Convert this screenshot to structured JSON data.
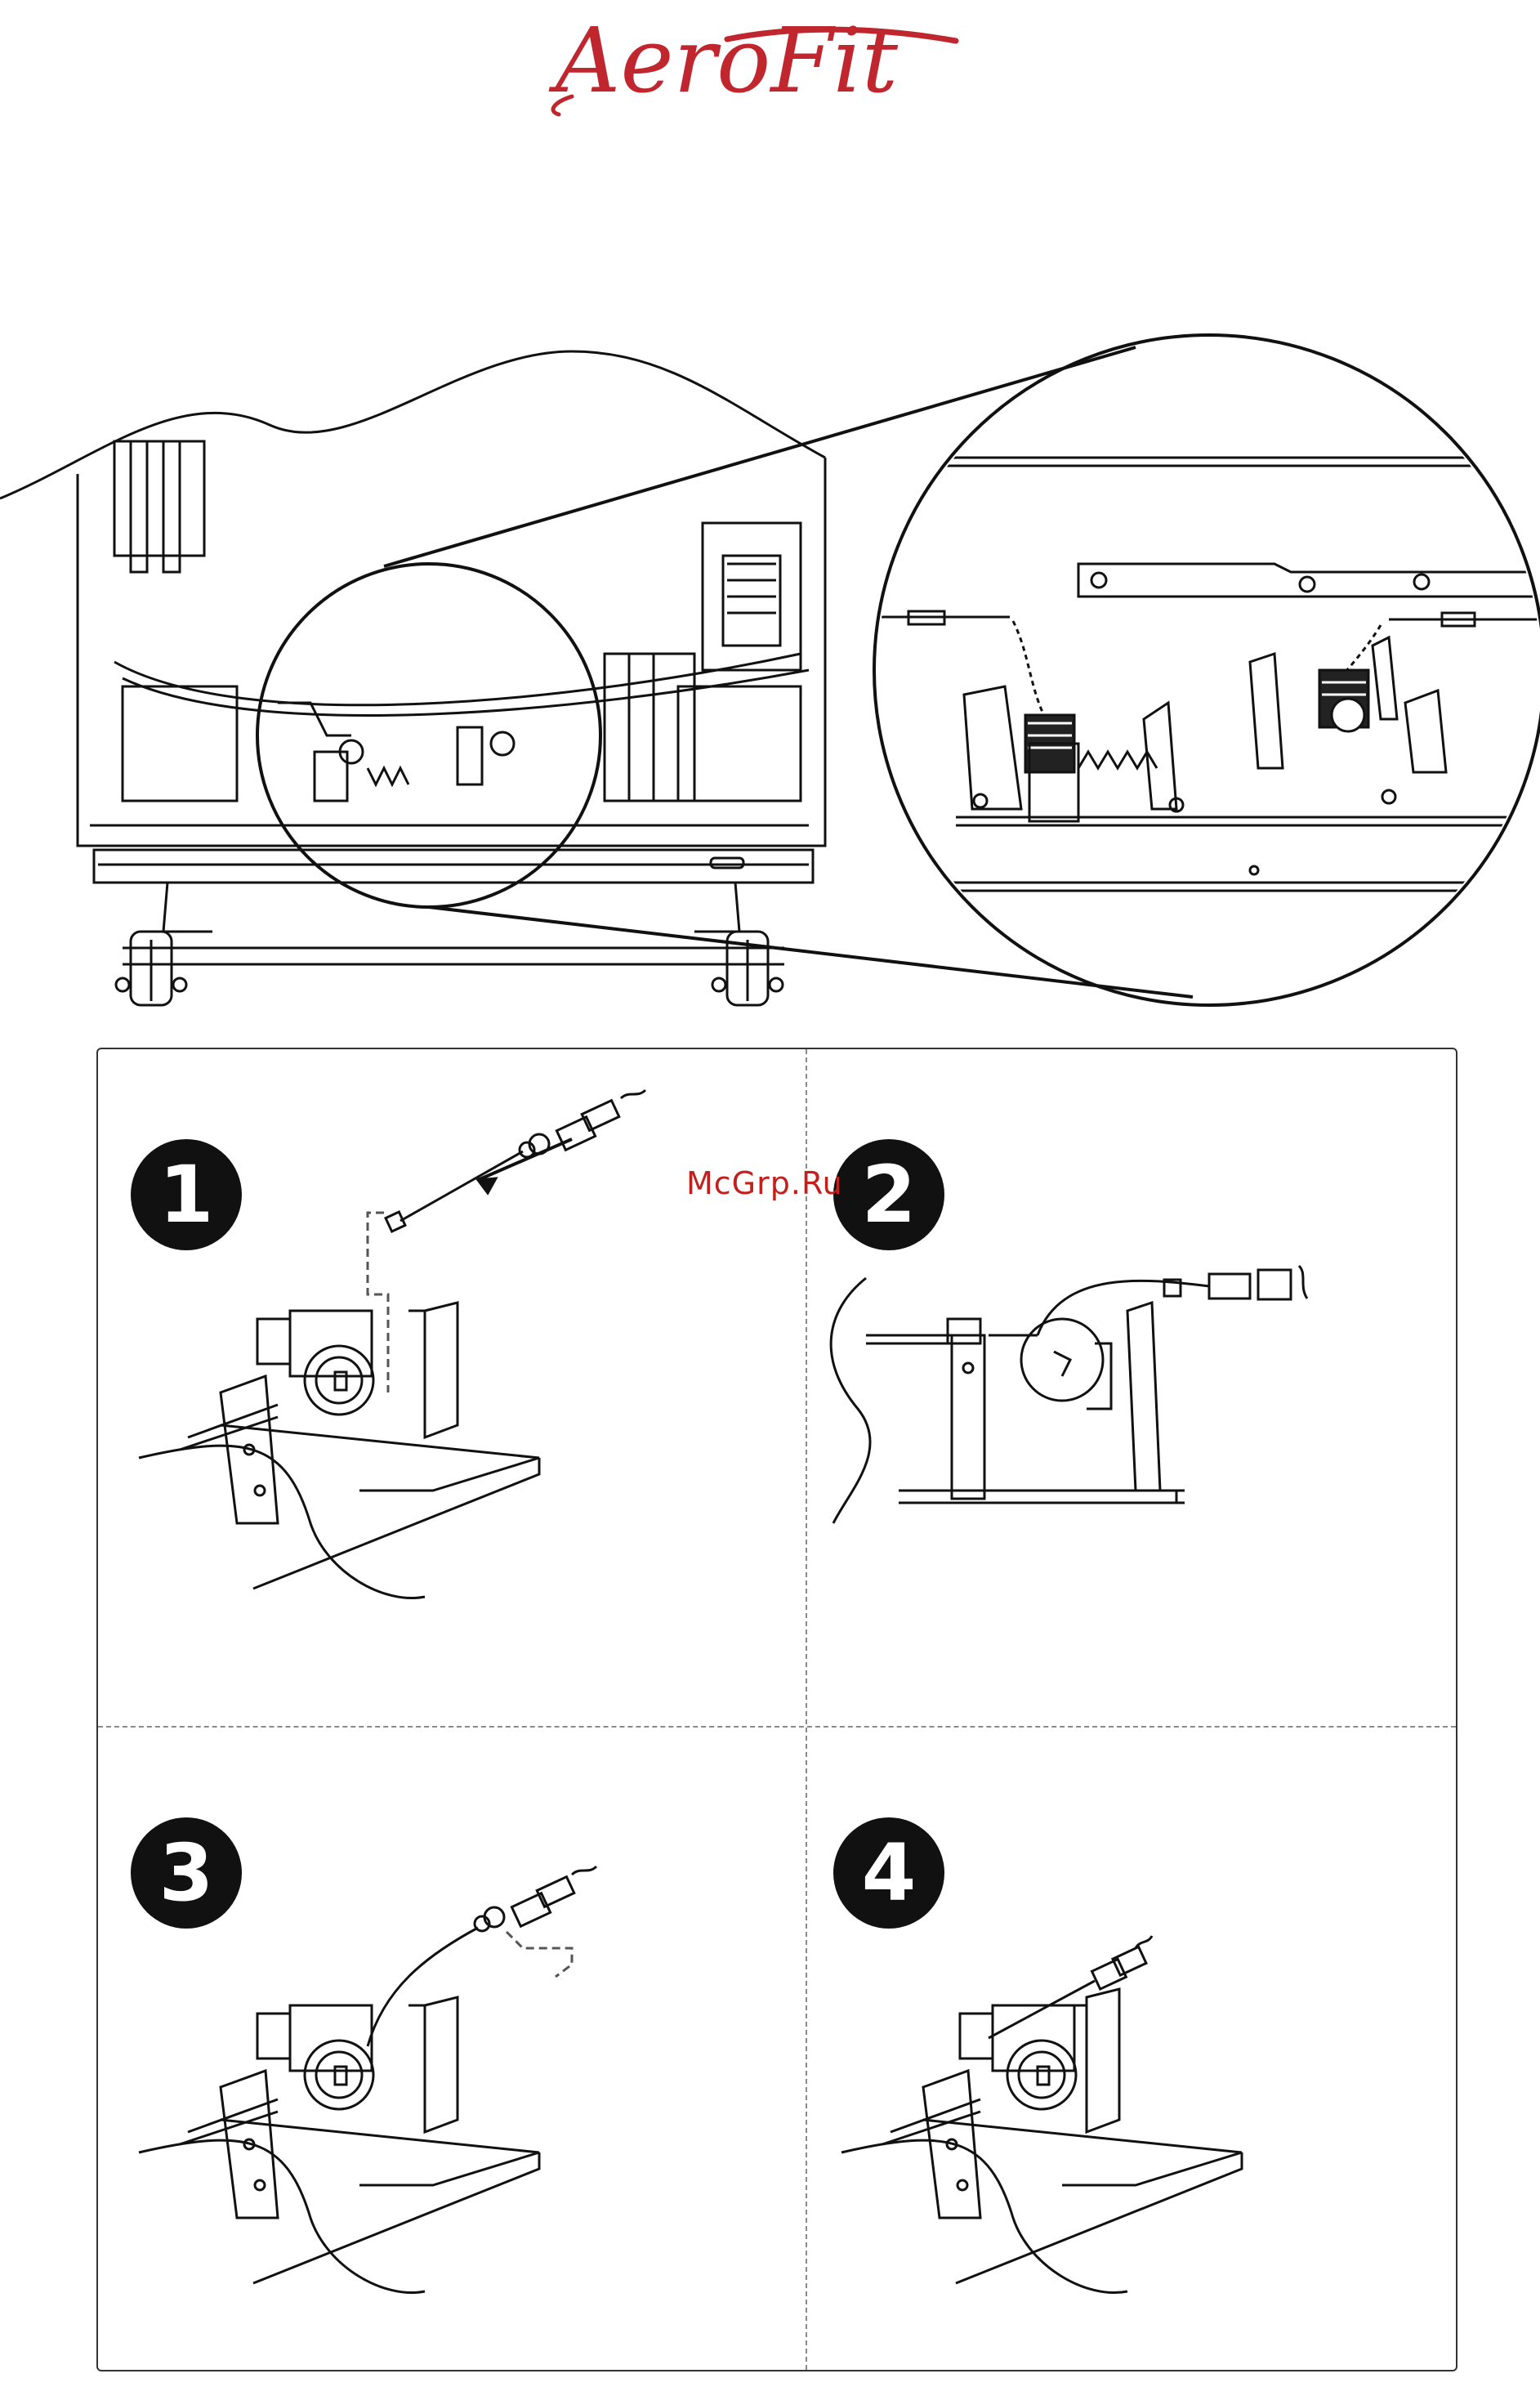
{
  "brand": {
    "name": "AeroFit",
    "color": "#c0262d"
  },
  "watermark": {
    "text": "McGrp.Ru",
    "color": "#c2201d"
  },
  "steps": [
    {
      "number": "1"
    },
    {
      "number": "2"
    },
    {
      "number": "3"
    },
    {
      "number": "4"
    }
  ]
}
